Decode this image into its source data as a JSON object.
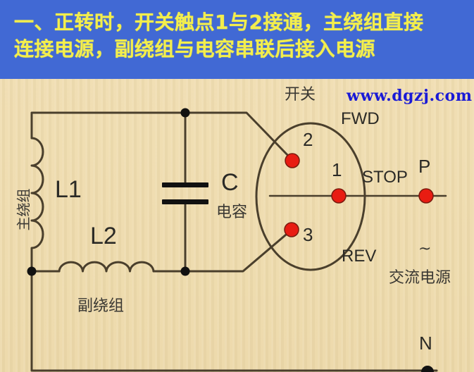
{
  "banner": {
    "line1": "一、正转时，开关触点1与2接通，主绕组直接",
    "line2": "连接电源，副绕组与电容串联后接入电源",
    "background_color": "#4169d4",
    "text_color": "#f3ee4c"
  },
  "watermark": "www.dgzj.com",
  "diagram": {
    "main_winding": {
      "label": "L1",
      "caption": "主绕组"
    },
    "aux_winding": {
      "label": "L2",
      "caption": "副绕组"
    },
    "capacitor": {
      "label": "C",
      "caption": "电容"
    },
    "switch": {
      "caption": "开关",
      "contacts": [
        {
          "id": "2",
          "label": "2"
        },
        {
          "id": "1",
          "label": "1"
        },
        {
          "id": "3",
          "label": "3"
        }
      ],
      "positions": {
        "forward": "FWD",
        "stop": "STOP",
        "reverse": "REV"
      }
    },
    "power": {
      "live": "P",
      "neutral": "N",
      "ac_symbol": "~",
      "caption": "交流电源"
    },
    "colors": {
      "wire": "#4a3f2c",
      "contact": "#e81c12",
      "node": "#111111",
      "background": "#efdcb0"
    }
  }
}
